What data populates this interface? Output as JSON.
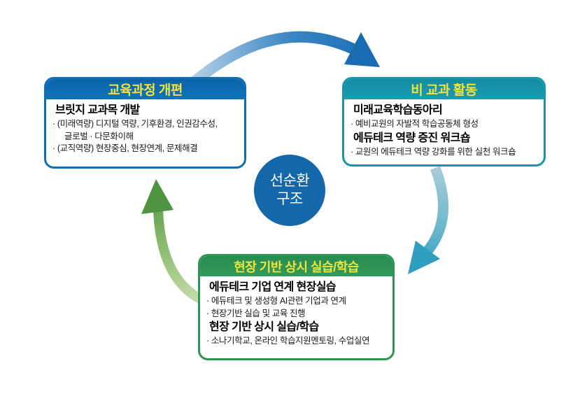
{
  "diagram": {
    "kind": "cycle-diagram",
    "background_color": "#ffffff",
    "center_circle": {
      "line1": "선순환",
      "line2": "구조",
      "fill_color": "#1467a8",
      "text_color": "#ffffff"
    },
    "cards": {
      "curriculum": {
        "title": "교육과정 개편",
        "accent_color": "#0e6eb5",
        "title_color": "#f0e33c",
        "body": [
          {
            "style": "heading",
            "text": "브릿지 교과목 개발"
          },
          {
            "style": "bullet",
            "text": "· (미래역량) 디지털 역량, 기후환경, 인권감수성,"
          },
          {
            "style": "bullet-indent",
            "text": "글로벌 · 다문화이해"
          },
          {
            "style": "bullet",
            "text": "· (교직역량) 현장중심, 현장연계, 문제해결"
          }
        ]
      },
      "extracurricular": {
        "title": "비 교과 활동",
        "accent_color": "#1795ab",
        "title_color": "#f0e33c",
        "body": [
          {
            "style": "heading",
            "text": "미래교육학습동아리"
          },
          {
            "style": "bullet",
            "text": "· 예비교원의 자발적 학습공동체 형성"
          },
          {
            "style": "heading",
            "text": "에듀테크 역량 증진 워크숍"
          },
          {
            "style": "bullet",
            "text": "· 교원의 에듀테크 역량 강화를 위한 실천 워크숍"
          }
        ]
      },
      "field_practice": {
        "title": "현장 기반 상시 실습/학습",
        "accent_color": "#2e9655",
        "title_color": "#f0e33c",
        "body": [
          {
            "style": "heading",
            "text": "에듀테크 기업 연계 현장실습"
          },
          {
            "style": "bullet",
            "text": "· 에듀테크 및 생성형 AI관련 기업과 연계"
          },
          {
            "style": "bullet",
            "text": "· 현장기반 실습 및 교육 진행"
          },
          {
            "style": "heading",
            "text": "현장 기반 상시 실습/학습"
          },
          {
            "style": "bullet",
            "text": "· 소나기학교, 온라인 학습지원멘토링, 수업실연"
          }
        ]
      }
    },
    "arrows": {
      "top": {
        "from": "curriculum",
        "to": "extracurricular",
        "color_start": "#b9d3ea",
        "color_end": "#1a6cb2"
      },
      "right": {
        "from": "extracurricular",
        "to": "field_practice",
        "color_start": "#a9cbd9",
        "color_end": "#2f9ec0"
      },
      "left": {
        "from": "field_practice",
        "to": "curriculum",
        "color_start": "#c8dfae",
        "color_end": "#4f9440"
      }
    }
  }
}
